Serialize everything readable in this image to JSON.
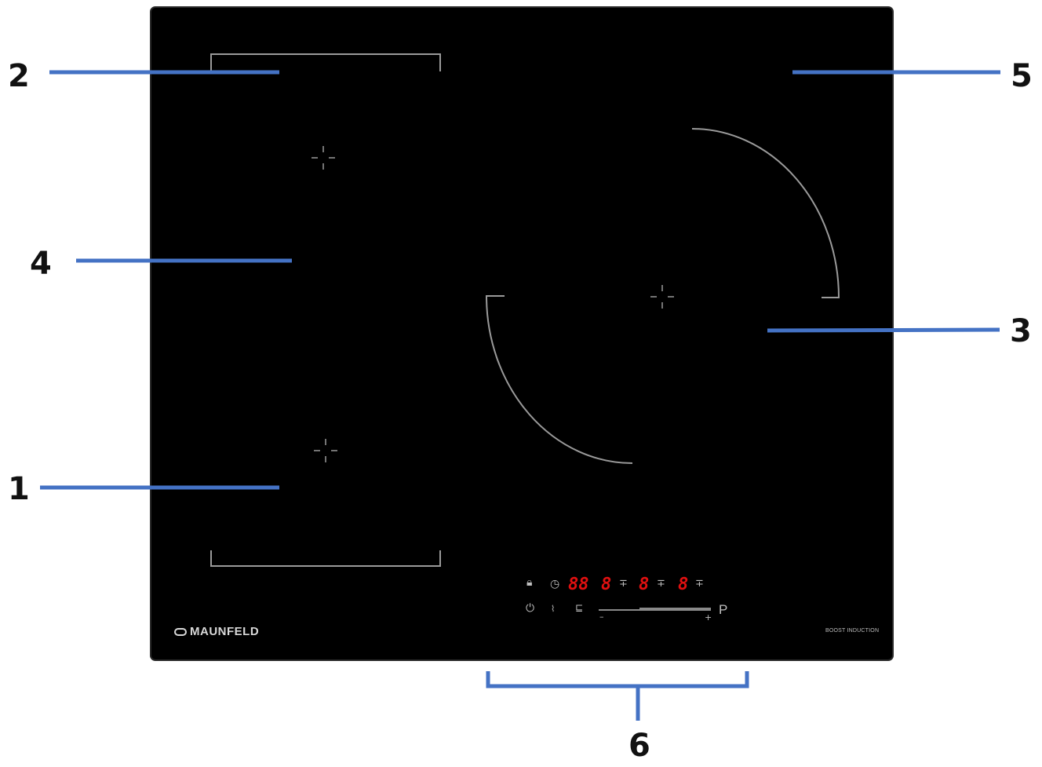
{
  "callouts": [
    "1",
    "2",
    "3",
    "4",
    "5",
    "6"
  ],
  "brand": "MAUNFELD",
  "boost_label": "BOOST INDUCTION",
  "display": {
    "timer_digits": "88",
    "zone_digits": [
      "8",
      "8",
      "8"
    ],
    "slider_minus": "–",
    "slider_plus": "+",
    "pause_label": "P"
  },
  "icons": [
    "lock-icon",
    "timer-icon",
    "power-icon",
    "keep-warm-icon",
    "bridge-icon"
  ],
  "colors": {
    "glass": "#000000",
    "frame": "#2a2a2a",
    "callout_line": "#4472c4",
    "display_red": "#e01010",
    "markings": "#9a9a9a"
  }
}
